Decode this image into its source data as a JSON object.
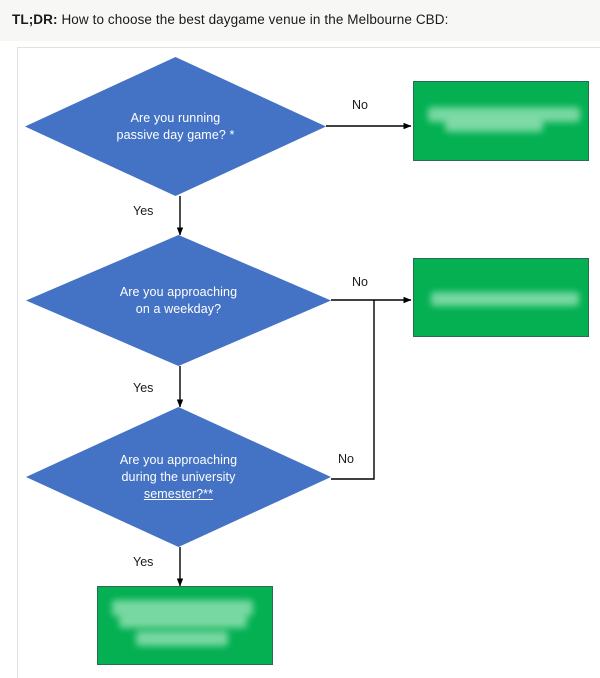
{
  "header": {
    "tldr_prefix": "TL;DR:",
    "text": " How to choose the best daygame venue in the Melbourne CBD:"
  },
  "colors": {
    "decision_fill": "#4472c4",
    "outcome_fill": "#04b052",
    "outcome_border": "#2a6b58",
    "connector": "#000000",
    "header_background": "#f7f7f5",
    "frame_border": "#e2e2e2",
    "decision_text": "#ffffff"
  },
  "flowchart": {
    "type": "decision-tree",
    "title": "How to choose the best daygame venue in the Melbourne CBD",
    "nodes": [
      {
        "id": "d1",
        "shape": "diamond",
        "label_lines": [
          "Are you running",
          "passive day game? *"
        ],
        "underlined": false
      },
      {
        "id": "d2",
        "shape": "diamond",
        "label_lines": [
          "Are you approaching",
          "on a weekday?"
        ],
        "underlined": false
      },
      {
        "id": "d3",
        "shape": "diamond",
        "label_lines": [
          "Are you approaching",
          "during the university",
          "semester?**"
        ],
        "underlined": true,
        "underlined_line_index": 2
      },
      {
        "id": "o1",
        "shape": "rectangle",
        "label": "",
        "redacted": true,
        "note": "blurred outcome box"
      },
      {
        "id": "o2",
        "shape": "rectangle",
        "label": "",
        "redacted": true,
        "note": "blurred outcome box"
      },
      {
        "id": "o3",
        "shape": "rectangle",
        "label": "",
        "redacted": true,
        "note": "blurred outcome box"
      }
    ],
    "edges": [
      {
        "from": "d1",
        "to": "o1",
        "label": "No"
      },
      {
        "from": "d1",
        "to": "d2",
        "label": "Yes"
      },
      {
        "from": "d2",
        "to": "o2",
        "label": "No"
      },
      {
        "from": "d2",
        "to": "d3",
        "label": "Yes"
      },
      {
        "from": "d3",
        "to": "o2",
        "label": "No"
      },
      {
        "from": "d3",
        "to": "o3",
        "label": "Yes"
      }
    ]
  }
}
